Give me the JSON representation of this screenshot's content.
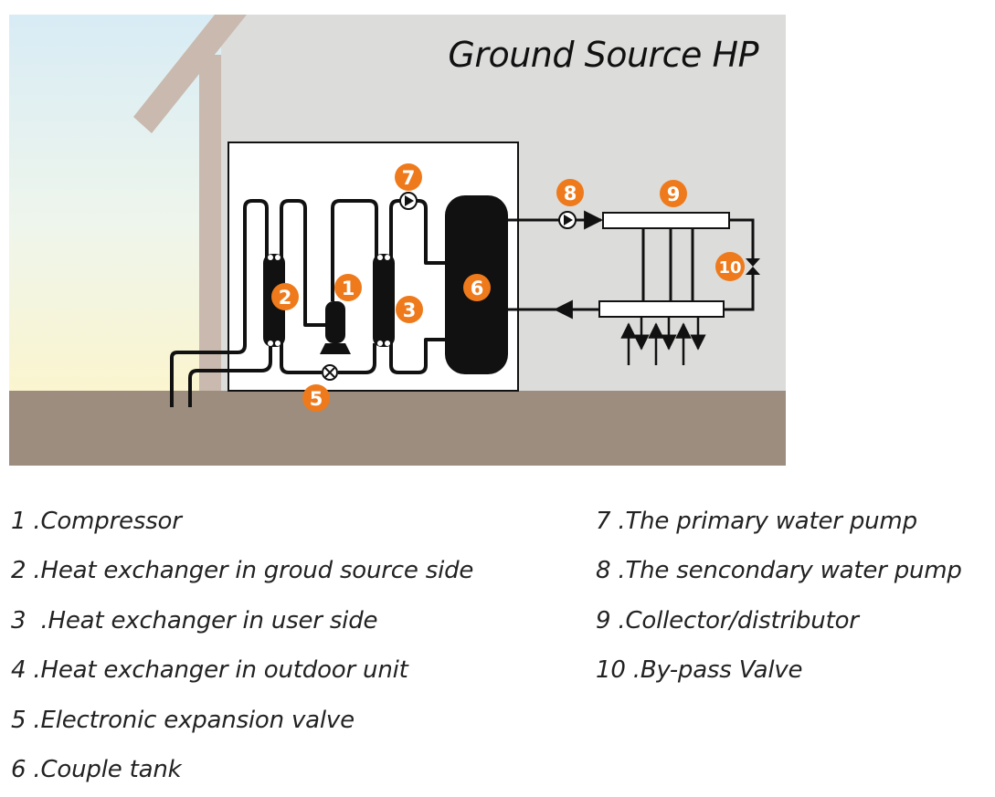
{
  "title": "Ground Source HP",
  "badges": [
    {
      "n": "1",
      "label": "1"
    },
    {
      "n": "2",
      "label": "2"
    },
    {
      "n": "3",
      "label": "3"
    },
    {
      "n": "5",
      "label": "5"
    },
    {
      "n": "6",
      "label": "6"
    },
    {
      "n": "7",
      "label": "7"
    },
    {
      "n": "8",
      "label": "8"
    },
    {
      "n": "9",
      "label": "9"
    },
    {
      "n": "10",
      "label": "10"
    }
  ],
  "legend_left": [
    {
      "num": "1",
      "text": " .Compressor"
    },
    {
      "num": "2",
      "text": " .Heat exchanger in groud source side"
    },
    {
      "num": "3",
      "text": "  .Heat exchanger in user side"
    },
    {
      "num": "4",
      "text": " .Heat exchanger in outdoor unit"
    },
    {
      "num": "5",
      "text": " .Electronic expansion valve"
    },
    {
      "num": "6",
      "text": " .Couple tank"
    }
  ],
  "legend_right": [
    {
      "num": "7",
      "text": " .The primary water pump"
    },
    {
      "num": "8",
      "text": " .The sencondary water pump"
    },
    {
      "num": "9",
      "text": " .Collector/distributor"
    },
    {
      "num": "10",
      "text": " .By-pass Valve"
    }
  ],
  "colors": {
    "wall": "#dcdcdb",
    "ground": "#9c8d7f",
    "roof_beam": "#c9b9ae",
    "badge": "#ee7a1c",
    "pipe": "#111111"
  }
}
